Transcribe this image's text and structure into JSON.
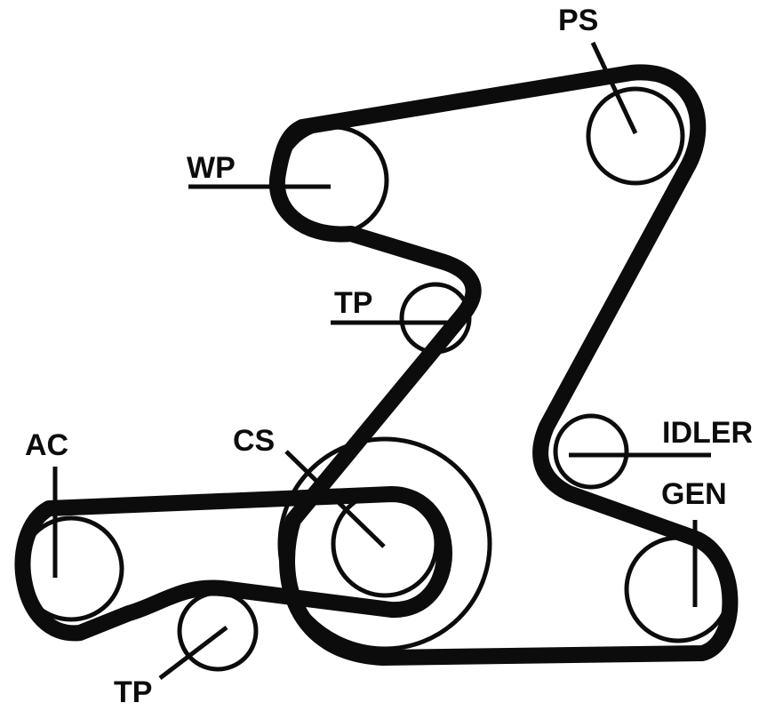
{
  "colors": {
    "belt": "#0c0c0c",
    "pulley": "#0c0c0c",
    "background": "#ffffff"
  },
  "labels": {
    "ps": "PS",
    "wp": "WP",
    "tp_upper": "TP",
    "ac": "AC",
    "cs": "CS",
    "idler": "IDLER",
    "gen": "GEN",
    "tp_lower": "TP"
  }
}
